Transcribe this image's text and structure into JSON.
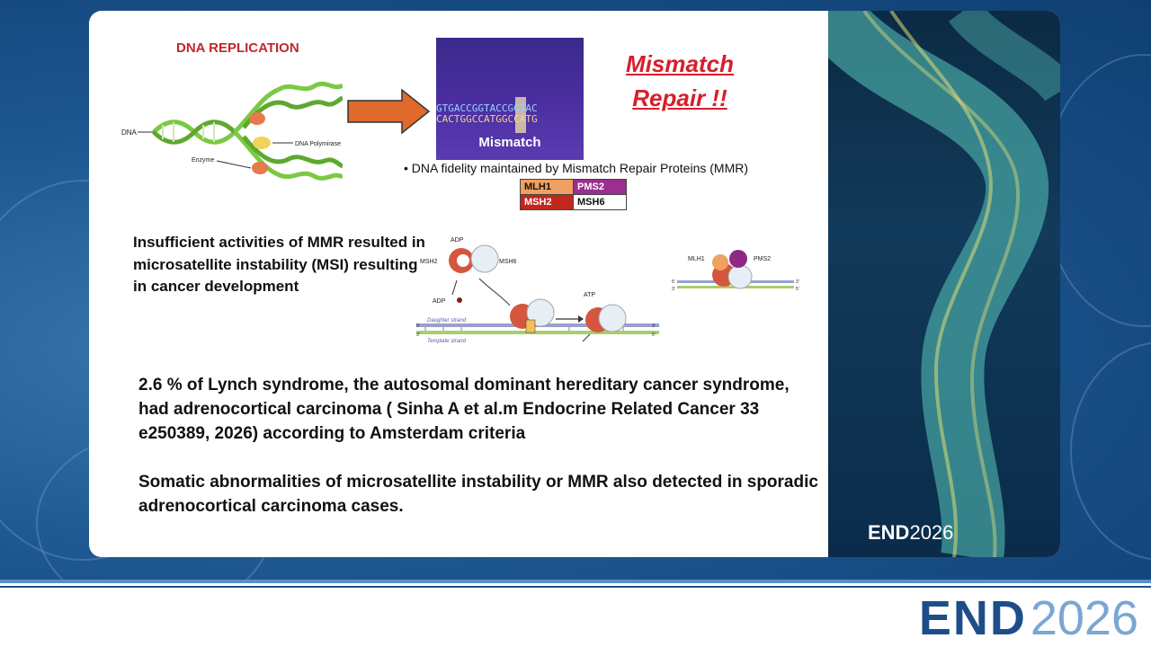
{
  "slide": {
    "dna_replication_title": "DNA REPLICATION",
    "dna_labels": {
      "dna": "DNA",
      "polymerase": "DNA Polymirase",
      "enzyme": "Enzyme"
    },
    "mismatch_image": {
      "sequence_top": "GTGACCGGTACCGGTAC",
      "sequence_bottom": "CACTGGCCATGGCCATG",
      "label": "Mismatch"
    },
    "mismatch_repair_title_line1": "Mismatch",
    "mismatch_repair_title_line2": "Repair !!",
    "bullet_text": "• DNA fidelity maintained by Mismatch Repair Proteins (MMR)",
    "mmr_table": [
      [
        "MLH1",
        "PMS2"
      ],
      [
        "MSH2",
        "MSH6"
      ]
    ],
    "msi_text": "Insufficient activities of MMR resulted in microsatellite instability (MSI) resulting in cancer development",
    "mechanism_labels": {
      "adp_top": "ADP",
      "msh2": "MSH2",
      "msh6": "MSH6",
      "adp_left": "ADP",
      "atp": "ATP",
      "daughter": "Daughter strand",
      "template": "Template strand",
      "five_prime": "5'",
      "three_prime": "3'",
      "mlh1": "MLH1",
      "pms2": "PMS2"
    },
    "paragraph1": "2.6 % of Lynch syndrome, the autosomal dominant hereditary cancer syndrome, had adrenocortical carcinoma ( Sinha A et al.m Endocrine Related Cancer 33 e250389, 2026) according to Amsterdam criteria",
    "paragraph2": "Somatic abnormalities of microsatellite instability or MMR also detected in sporadic adrenocortical carcinoma cases.",
    "side_logo": {
      "bold": "END",
      "rest": "2026"
    }
  },
  "footer_logo": {
    "bold": "END",
    "rest": "2026"
  },
  "colors": {
    "title_red": "#c2272d",
    "repair_red": "#d81e2b",
    "brand_blue": "#1d4e89",
    "brand_light_blue": "#7aa6d2",
    "dna_green": "#7ac943",
    "arrow_orange": "#e06a2c"
  }
}
